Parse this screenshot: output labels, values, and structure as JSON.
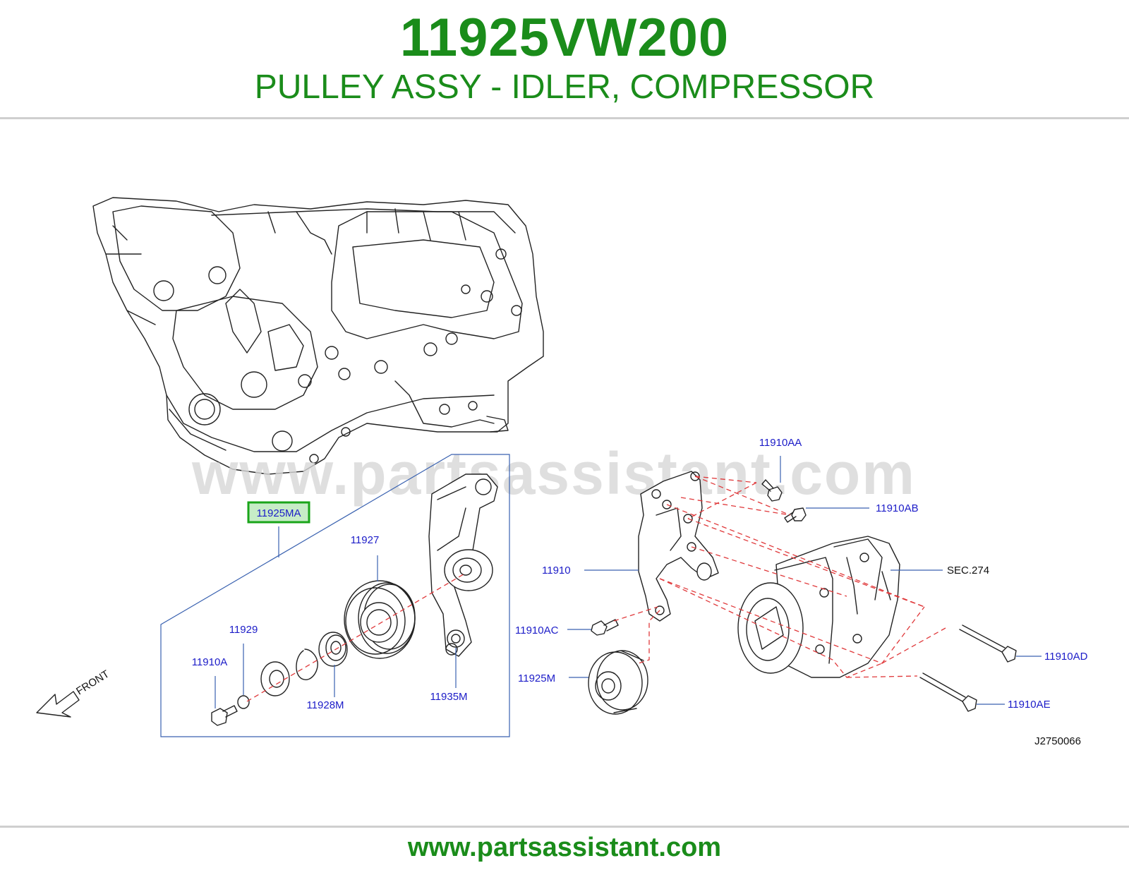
{
  "header": {
    "part_number": "11925VW200",
    "description": "PULLEY ASSY - IDLER, COMPRESSOR"
  },
  "diagram": {
    "watermark": "www.partsassistant.com",
    "callouts": {
      "c11925MA": "11925MA",
      "c11927": "11927",
      "c11929": "11929",
      "c11910A": "11910A",
      "c11928M": "11928M",
      "c11935M": "11935M",
      "c11910AA": "11910AA",
      "c11910AB": "11910AB",
      "c11910": "11910",
      "cSEC274": "SEC.274",
      "c11910AC": "11910AC",
      "c11925M": "11925M",
      "c11910AD": "11910AD",
      "c11910AE": "11910AE"
    },
    "front_label": "FRONT",
    "drawing_id": "J2750066"
  },
  "footer": {
    "url": "www.partsassistant.com"
  },
  "colors": {
    "brand_green": "#1a8c1a",
    "callout_blue": "#1c1cc8",
    "leader_blue": "#3a62b0",
    "dash_red": "#e0393b",
    "highlight_fill": "#c7ecc7",
    "line_art": "#222222"
  }
}
